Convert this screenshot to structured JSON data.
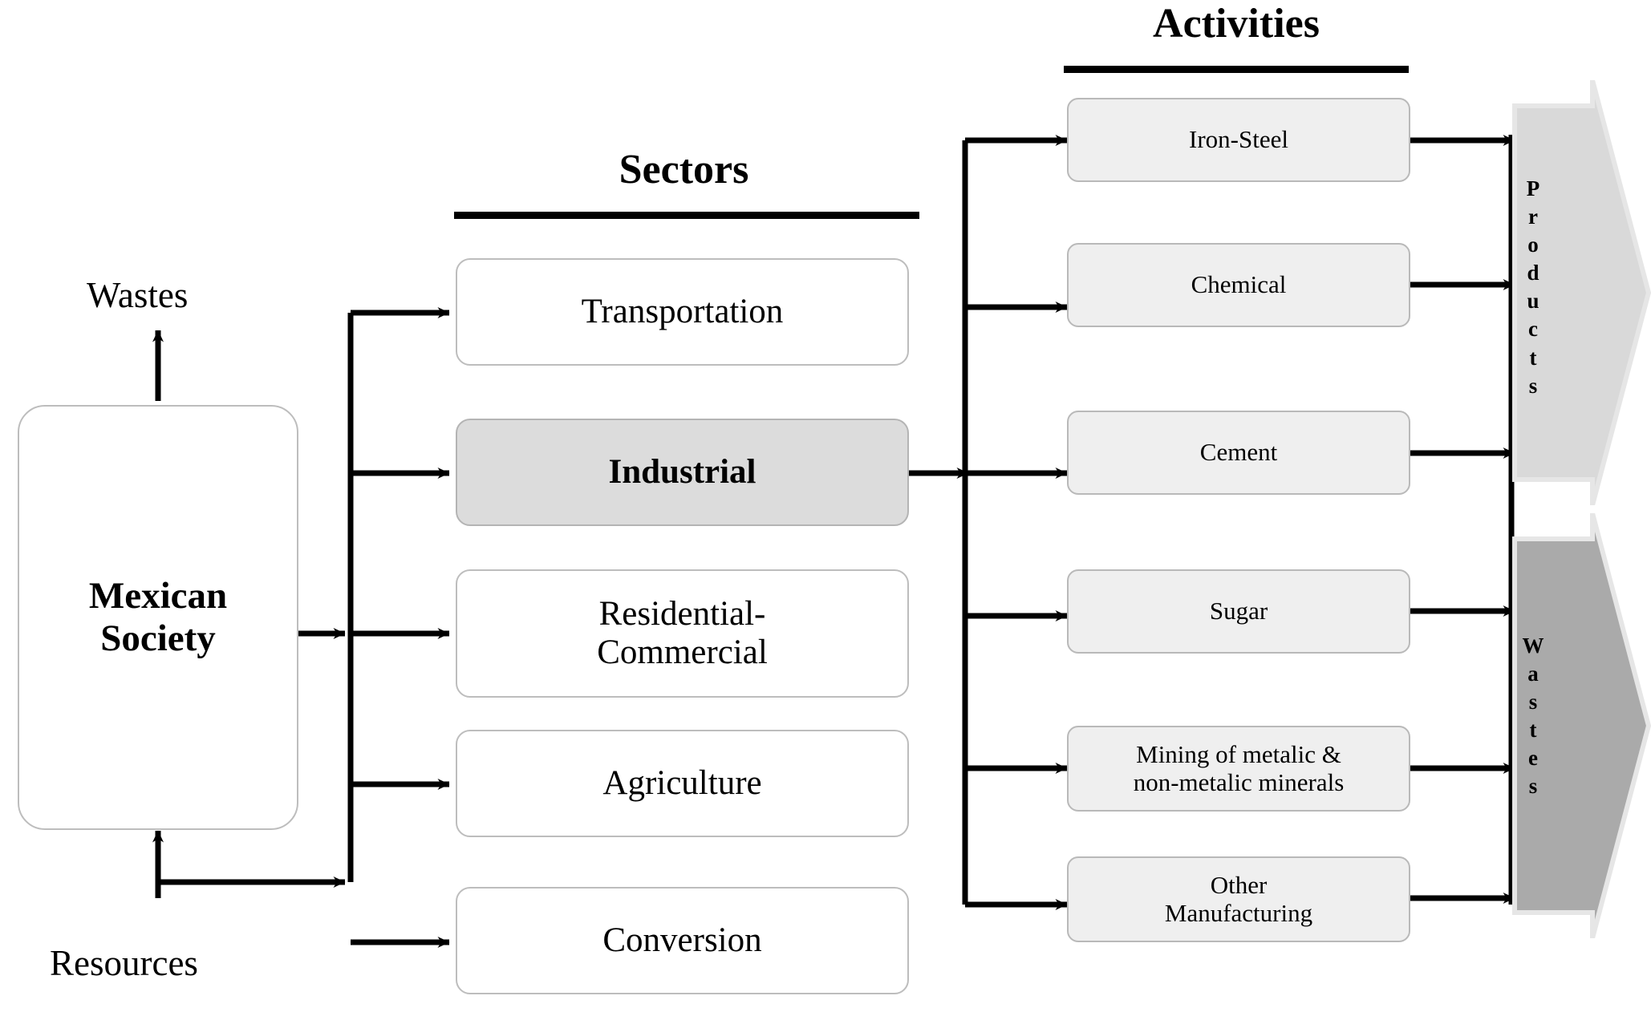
{
  "diagram": {
    "title_left": "Mexican Society",
    "columns": {
      "sectors_title": "Sectors",
      "activities_title": "Activities"
    },
    "society": {
      "label": "Mexican\nSociety",
      "line1": "Mexican",
      "line2": "Society"
    },
    "io_labels": {
      "wastes_in": "Wastes",
      "resources_in": "Resources"
    },
    "sectors": [
      {
        "label": "Transportation",
        "highlighted": false
      },
      {
        "label": "Industrial",
        "highlighted": true
      },
      {
        "label": "Residential-\nCommercial",
        "line1": "Residential-",
        "line2": "Commercial",
        "highlighted": false
      },
      {
        "label": "Agriculture",
        "highlighted": false
      },
      {
        "label": "Conversion",
        "highlighted": false
      }
    ],
    "activities": [
      {
        "label": "Iron-Steel",
        "line1": "Iron-Steel",
        "line2": ""
      },
      {
        "label": "Chemical",
        "line1": "Chemical",
        "line2": ""
      },
      {
        "label": "Cement",
        "line1": "Cement",
        "line2": ""
      },
      {
        "label": "Sugar",
        "line1": "Sugar",
        "line2": ""
      },
      {
        "label": "Mining of metalic & non-metalic minerals",
        "line1": "Mining of metalic &",
        "line2": "non-metalic minerals"
      },
      {
        "label": "Other Manufacturing",
        "line1": "Other",
        "line2": "Manufacturing"
      }
    ],
    "outputs": [
      {
        "label": "Products",
        "letters": [
          "P",
          "r",
          "o",
          "d",
          "u",
          "c",
          "t",
          "s"
        ],
        "color": "#d9d9d9"
      },
      {
        "label": "Wastes",
        "letters": [
          "W",
          "a",
          "s",
          "t",
          "e",
          "s"
        ],
        "color": "#aaaaaa"
      }
    ],
    "colors": {
      "node_border": "#bdbdbd",
      "activity_fill": "#efefef",
      "highlight_fill": "#dcdcdc",
      "products_fill": "#d9d9d9",
      "wastes_fill": "#aaaaaa",
      "wire": "#000000",
      "background": "#ffffff"
    }
  }
}
